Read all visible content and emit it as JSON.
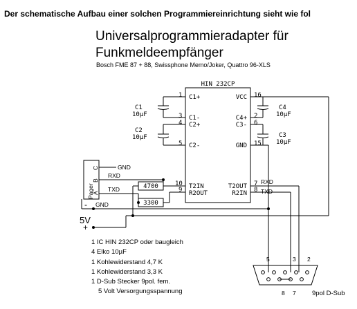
{
  "intro_text": "Der schematische Aufbau einer solchen Programmiereinrichtung sieht wie fol",
  "title_line1": "Universalprogrammieradapter für",
  "title_line2": "Funkmeldeempfänger",
  "subtitle": "Bosch FME 87 + 88, Swissphone Memo/Joker, Quattro 96-XLS",
  "ic": {
    "name": "HIN 232CP",
    "left_pins": [
      {
        "num": "1",
        "label": "C1+"
      },
      {
        "num": "3",
        "label": "C1-"
      },
      {
        "num": "4",
        "label": "C2+"
      },
      {
        "num": "5",
        "label": "C2-"
      },
      {
        "num": "10",
        "label": "T2IN"
      },
      {
        "num": "9",
        "label": "R2OUT"
      }
    ],
    "right_pins": [
      {
        "num": "16",
        "label": "VCC"
      },
      {
        "num": "2",
        "label": "C4+"
      },
      {
        "num": "6",
        "label": "C3-"
      },
      {
        "num": "15",
        "label": "GND"
      },
      {
        "num": "7",
        "label": "T2OUT"
      },
      {
        "num": "8",
        "label": "R2IN"
      }
    ]
  },
  "capacitors": [
    {
      "name": "C1",
      "value": "10µF"
    },
    {
      "name": "C2",
      "value": "10µF"
    },
    {
      "name": "C4",
      "value": "10µF"
    },
    {
      "name": "C3",
      "value": "10µF"
    }
  ],
  "resistors": [
    {
      "value": "4700"
    },
    {
      "value": "3300"
    }
  ],
  "pager": {
    "label": "Pager",
    "pins": [
      "C",
      "B",
      "A"
    ],
    "gnd_label": "GND"
  },
  "signals": {
    "rxd": "RXD",
    "txd": "TXD",
    "gnd": "GND",
    "rxd_right": "RXD",
    "txd_right": "TXD"
  },
  "power": {
    "voltage": "5V",
    "minus": "-",
    "plus": "+"
  },
  "dsub": {
    "label": "9pol D-Sub",
    "top_pins": [
      "5",
      "3",
      "2"
    ],
    "bottom_pins": [
      "8",
      "7"
    ]
  },
  "parts_list": [
    "1 IC HIN 232CP oder baugleich",
    "4 Elko 10µF",
    "1 Kohlewiderstand 4,7 K",
    "1 Kohlewiderstand 3,3 K",
    "1 D-Sub Stecker 9pol. fem.",
    "5 Volt Versorgungsspannung"
  ]
}
